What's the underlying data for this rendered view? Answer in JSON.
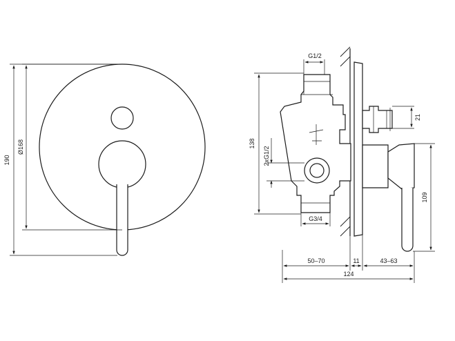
{
  "front_view": {
    "dim_height": "190",
    "dim_diameter": "Ø168"
  },
  "side_view": {
    "dim_top_thread": "G1/2",
    "dim_body_height": "138",
    "dim_side_outlets": "2xG1/2",
    "dim_bottom_thread": "G3/4",
    "dim_right_small": "21",
    "dim_right_height": "109",
    "dim_depth_range": "50–70",
    "dim_wall": "11",
    "dim_projection": "43–63",
    "dim_total": "124"
  }
}
